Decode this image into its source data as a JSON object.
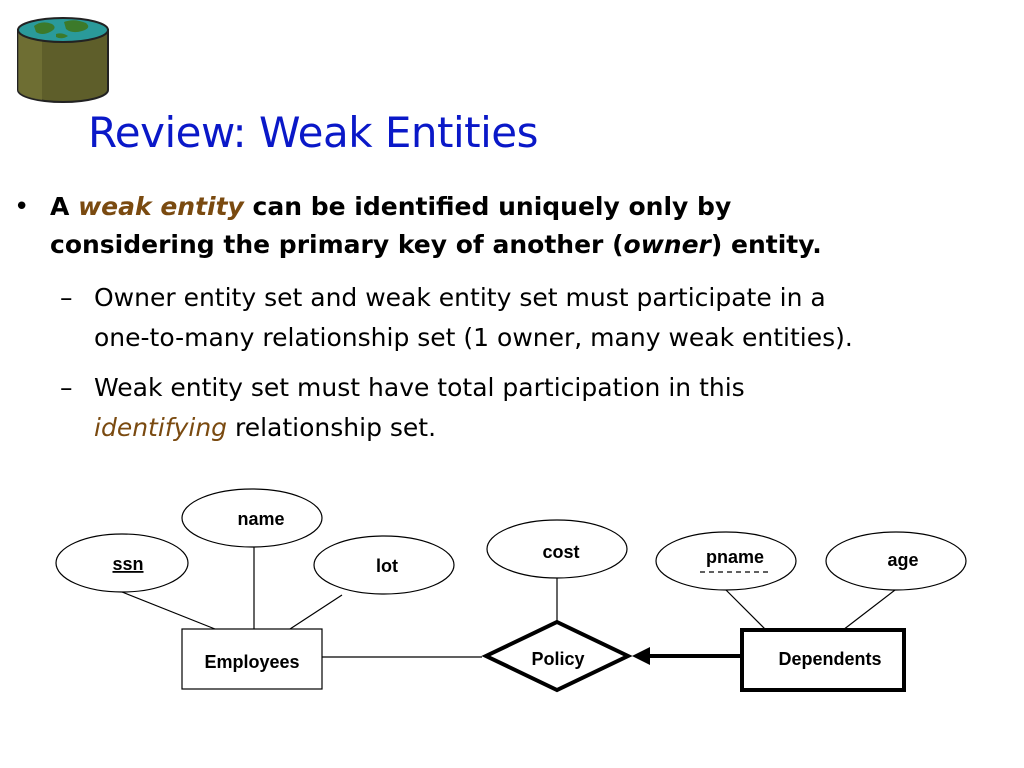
{
  "title": "Review: Weak Entities",
  "bullet_main": {
    "prefix": "A ",
    "term": "weak entity",
    "line1_rest": " can be identified uniquely only by",
    "line2_start": "considering the primary key of another (",
    "owner": "owner",
    "line2_end": ") entity."
  },
  "sub1": {
    "line1": "Owner entity set and weak entity set must participate in a",
    "line2": "one-to-many relationship set (1 owner, many weak entities)."
  },
  "sub2": {
    "line1": "Weak entity set must have total participation in this",
    "identifying": "identifying",
    "line2_rest": " relationship set."
  },
  "diagram": {
    "attributes": {
      "ssn": "ssn",
      "name": "name",
      "lot": "lot",
      "cost": "cost",
      "pname": "pname",
      "age": "age"
    },
    "entities": {
      "employees": "Employees",
      "dependents": "Dependents"
    },
    "relationship": "Policy"
  },
  "colors": {
    "title": "#0a18c8",
    "emphasis": "#7a4a10",
    "logo_top": "#2a9a9a",
    "logo_body": "#5e5e2a"
  }
}
